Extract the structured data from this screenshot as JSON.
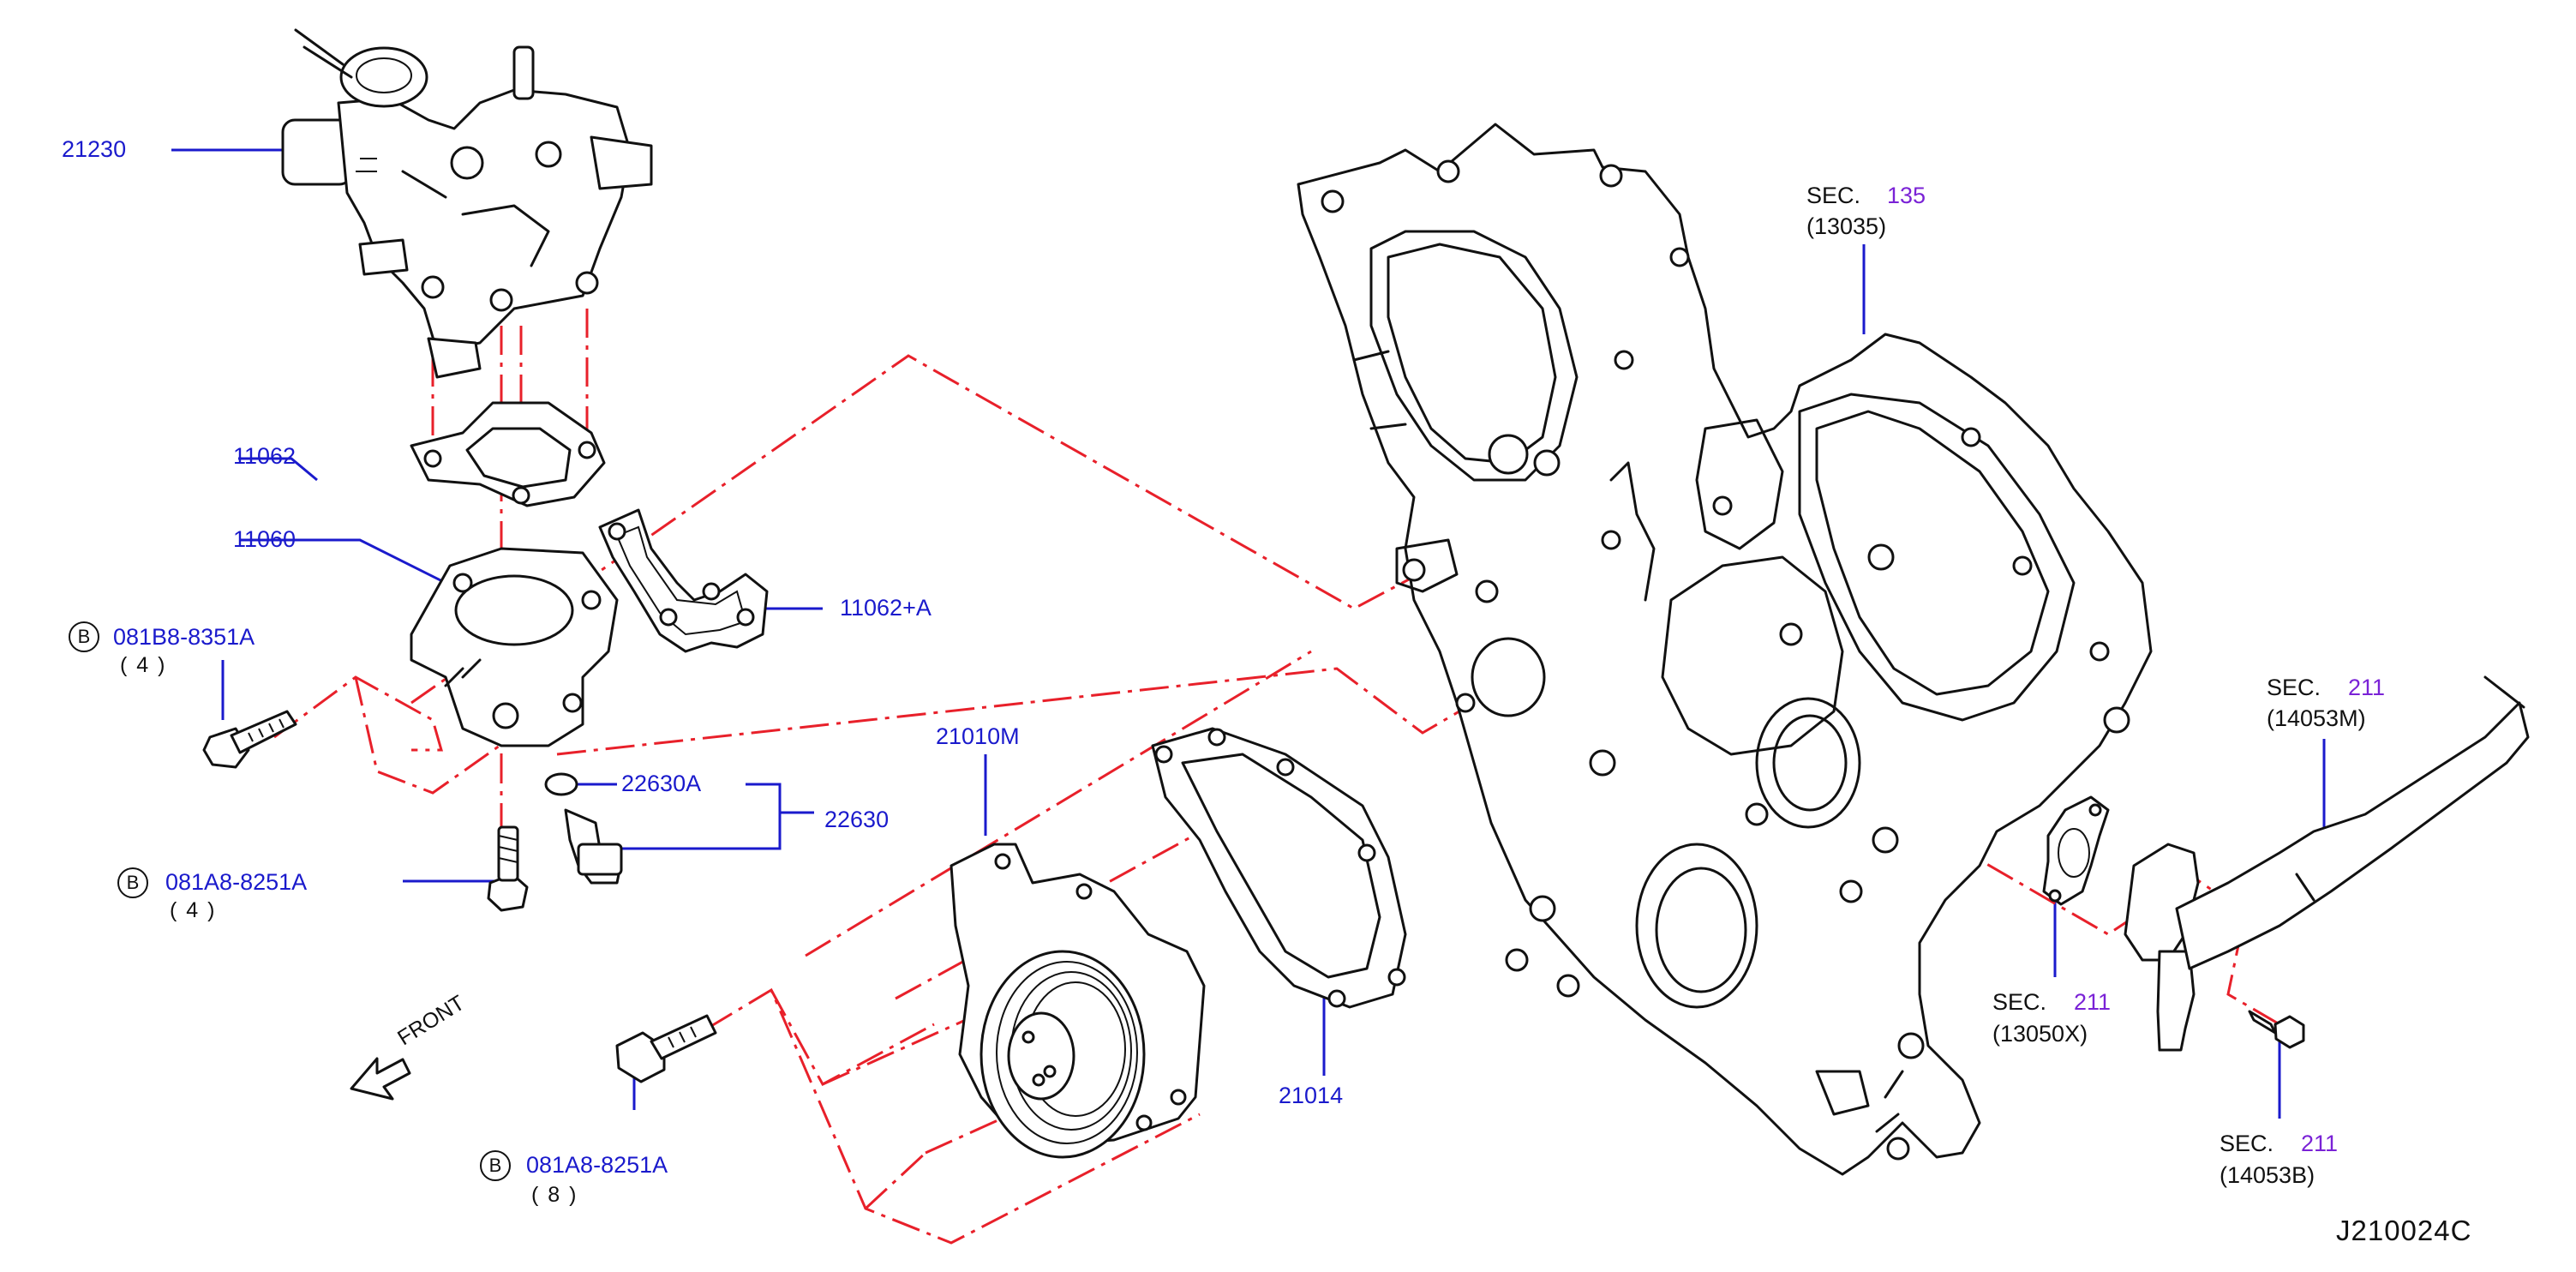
{
  "parts": {
    "p21230": "21230",
    "p11062": "11062",
    "p11060": "11060",
    "p11062a": "11062+A",
    "p22630a": "22630A",
    "p22630": "22630",
    "p21010m": "21010M",
    "p21014": "21014"
  },
  "bolts": [
    {
      "marker": "B",
      "code": "081B8-8351A",
      "qty": "( 4 )"
    },
    {
      "marker": "B",
      "code": "081A8-8251A",
      "qty": "( 4 )"
    },
    {
      "marker": "B",
      "code": "081A8-8251A",
      "qty": "( 8 )"
    }
  ],
  "sections": [
    {
      "prefix": "SEC.",
      "num": "135",
      "ref": "(13035)"
    },
    {
      "prefix": "SEC.",
      "num": "211",
      "ref": "(14053M)"
    },
    {
      "prefix": "SEC.",
      "num": "211",
      "ref": "(13050X)"
    },
    {
      "prefix": "SEC.",
      "num": "211",
      "ref": "(14053B)"
    }
  ],
  "front_label": "FRONT",
  "diagram_code": "J210024C",
  "colors": {
    "label_blue": "#1a1acc",
    "section_purple": "#7a22d6",
    "phantom_red": "#e8202a",
    "line_black": "#111111"
  }
}
